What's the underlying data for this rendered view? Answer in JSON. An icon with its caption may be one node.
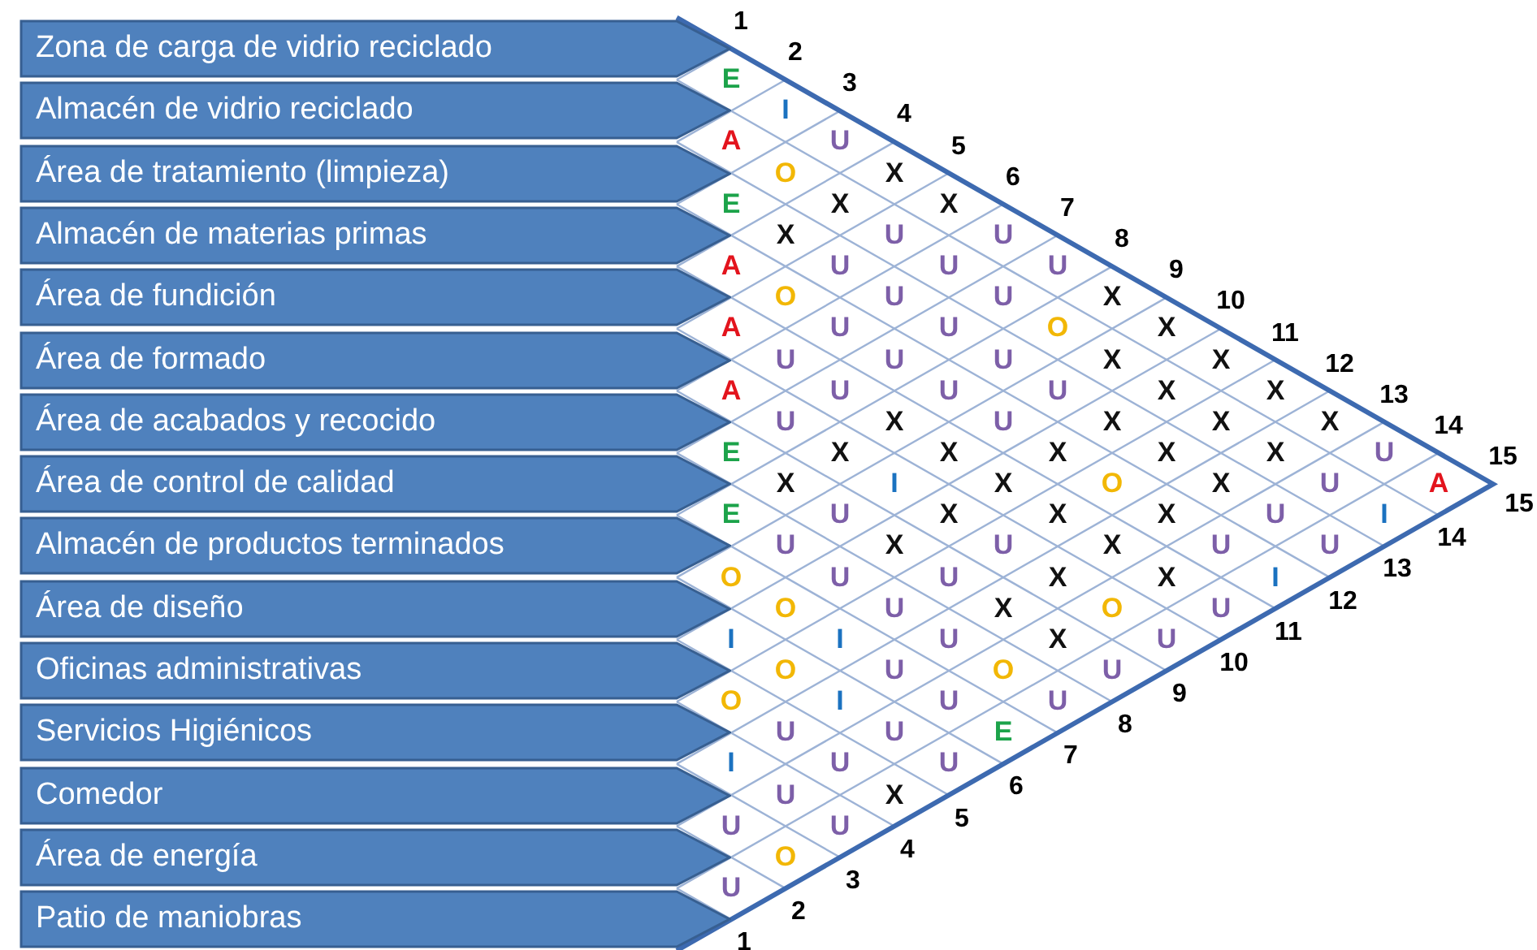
{
  "diagram": {
    "nodes": [
      {
        "text": [
          "Zona de carga de vidrio reciclado"
        ]
      },
      {
        "text": [
          "Almacén de vidrio reciclado"
        ]
      },
      {
        "text": [
          "Área de tratamiento (limpieza)"
        ]
      },
      {
        "text": [
          "Almacén de materias primas"
        ]
      },
      {
        "text": [
          "Área de fundición"
        ]
      },
      {
        "text": [
          "Área de formado"
        ]
      },
      {
        "text": [
          "Área de acabados y recocido"
        ]
      },
      {
        "text": [
          "Área de control de calidad"
        ]
      },
      {
        "text": [
          "Almacén de productos terminados"
        ]
      },
      {
        "text": [
          "Área de diseño"
        ]
      },
      {
        "text": [
          "Oficinas administrativas"
        ]
      },
      {
        "text": [
          "Servicios Higiénicos"
        ]
      },
      {
        "text": [
          "Comedor"
        ]
      },
      {
        "text": [
          "Área de energía"
        ]
      },
      {
        "text": [
          "Patio de maniobras"
        ]
      }
    ],
    "labels": [
      "1",
      "2",
      "3",
      "4",
      "5",
      "6",
      "7",
      "8",
      "9",
      "10",
      "11",
      "12",
      "13",
      "14",
      "15",
      "E",
      "A",
      "E",
      "A",
      "A",
      "A",
      "E",
      "E",
      "O",
      "I",
      "O",
      "I",
      "U",
      "U",
      "I",
      "O",
      "X",
      "O",
      "U",
      "U",
      "X",
      "U",
      "O",
      "O",
      "U",
      "U",
      "O",
      "U",
      "X",
      "U",
      "U",
      "U",
      "X",
      "U",
      "U",
      "I",
      "I",
      "U",
      "U",
      "X",
      "U",
      "U",
      "U",
      "X",
      "I",
      "X",
      "U",
      "U",
      "U",
      "X",
      "X",
      "U",
      "U",
      "U",
      "X",
      "X",
      "U",
      "U",
      "U",
      "U",
      "U",
      "U",
      "U",
      "U",
      "X",
      "U",
      "X",
      "O",
      "E",
      "U",
      "O",
      "U",
      "X",
      "X",
      "X",
      "X",
      "U",
      "X",
      "X",
      "X",
      "O",
      "X",
      "O",
      "U",
      "X",
      "X",
      "X",
      "X",
      "X",
      "U",
      "X",
      "X",
      "X",
      "U",
      "U",
      "X",
      "X",
      "U",
      "I",
      "X",
      "U",
      "U",
      "U",
      "I",
      "A",
      "1",
      "2",
      "3",
      "4",
      "5",
      "6",
      "7",
      "8",
      "9",
      "10",
      "11",
      "12",
      "13",
      "14",
      "15"
    ]
  }
}
